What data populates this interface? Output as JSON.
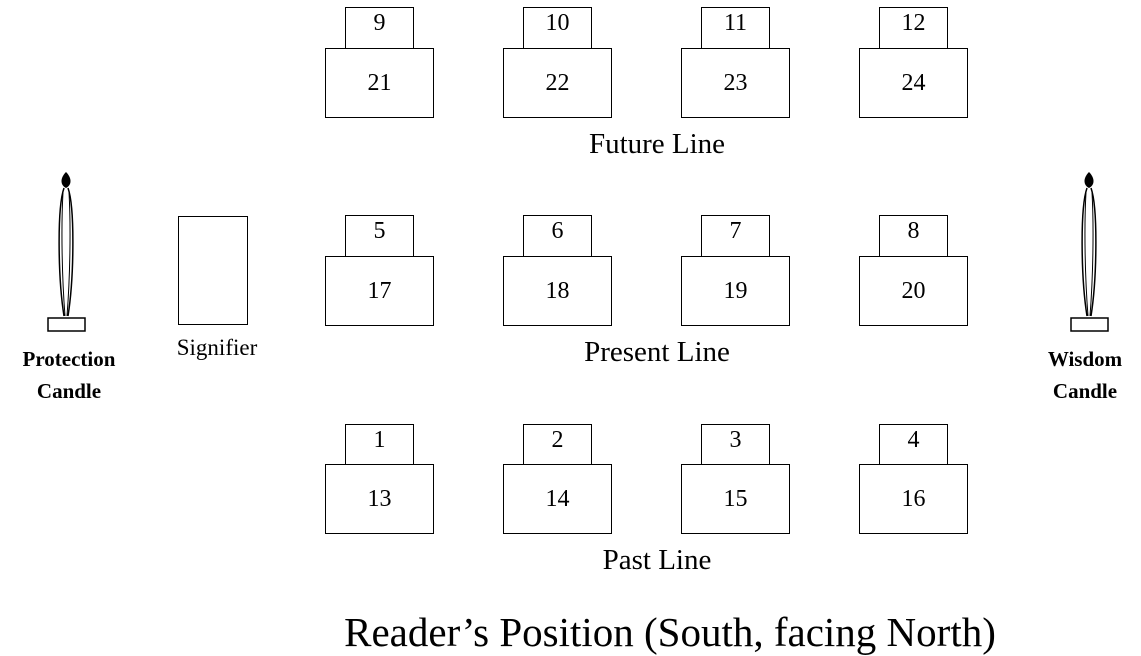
{
  "lines": {
    "future": "Future Line",
    "present": "Present Line",
    "past": "Past Line"
  },
  "cards": {
    "future": {
      "small": [
        "9",
        "10",
        "11",
        "12"
      ],
      "big": [
        "21",
        "22",
        "23",
        "24"
      ]
    },
    "present": {
      "small": [
        "5",
        "6",
        "7",
        "8"
      ],
      "big": [
        "17",
        "18",
        "19",
        "20"
      ]
    },
    "past": {
      "small": [
        "1",
        "2",
        "3",
        "4"
      ],
      "big": [
        "13",
        "14",
        "15",
        "16"
      ]
    }
  },
  "signifier": "Signifier",
  "candles": {
    "protection": [
      "Protection",
      "Candle"
    ],
    "wisdom": [
      "Wisdom",
      "Candle"
    ]
  },
  "reader": "Reader’s Position (South, facing North)"
}
